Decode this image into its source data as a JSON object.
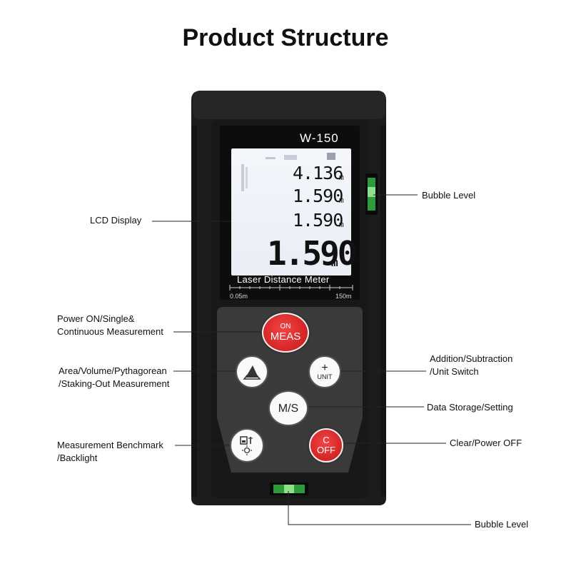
{
  "title": "Product Structure",
  "device": {
    "model": "W-150",
    "caption": "Laser Distance Meter",
    "scale_min": "0.05m",
    "scale_max": "150m",
    "readings": [
      "4.136",
      "1.590",
      "1.590"
    ],
    "main_reading": "1.590",
    "unit": "m",
    "buttons": {
      "meas_top": "ON",
      "meas_main": "MEAS",
      "unit_top": "+",
      "unit_main": "UNIT",
      "ms": "M/S",
      "clear_top": "C",
      "clear_main": "OFF"
    }
  },
  "callouts": {
    "lcd": "LCD Display",
    "power_1": "Power ON/Single&",
    "power_2": "Continuous Measurement",
    "area_1": "Area/Volume/Pythagorean",
    "area_2": "/Staking-Out Measurement",
    "benchmark_1": "Measurement Benchmark",
    "benchmark_2": "/Backlight",
    "bubble_side": "Bubble Level",
    "addsub_1": "Addition/Subtraction",
    "addsub_2": "/Unit Switch",
    "storage": "Data Storage/Setting",
    "clear": "Clear/Power OFF",
    "bubble_bottom": "Bubble Level"
  },
  "colors": {
    "device_body": "#1c1c1c",
    "keypad": "#3a3a3a",
    "accent_red": "#d42424",
    "bubble_green": "#2e9b3a"
  }
}
